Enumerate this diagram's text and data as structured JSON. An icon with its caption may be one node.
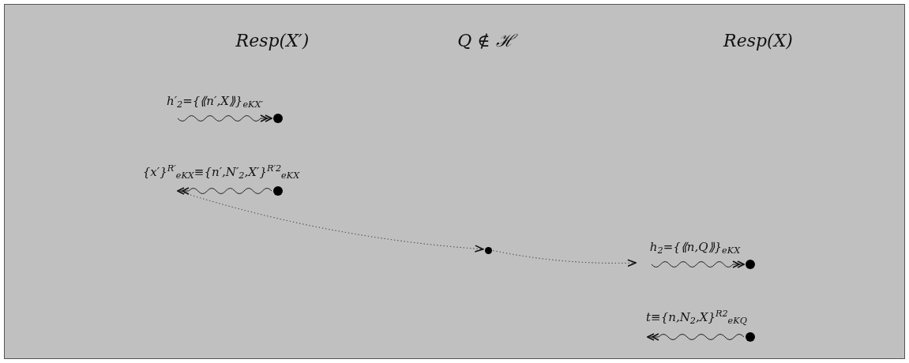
{
  "diagram": {
    "nodes": [
      {
        "text": [],
        "shape": "circle"
      },
      {
        "text": [],
        "shape": "circle"
      },
      {
        "text": [],
        "shape": "circle"
      },
      {
        "text": [],
        "shape": "circle"
      },
      {
        "text": [],
        "shape": "circle"
      }
    ],
    "edges": [
      {
        "from": null,
        "to": 0,
        "arrow": "to",
        "label": "h′$_{2}$={⟪n′,X⟫}$_{eK}$$_{X′}$"
      },
      {
        "from": 1,
        "to": null,
        "arrow": "to",
        "label": "{x′}$^{R′}$$_{eK}$$_{X}$≡{n′,N′$_{2}$,X′}$^{R′2}$$_{eK}$$_{X}$"
      },
      {
        "from": null,
        "to": 2,
        "arrow": "to",
        "style": "dashed"
      },
      {
        "from": 2,
        "to": null,
        "arrow": "to",
        "style": "dashed"
      },
      {
        "from": null,
        "to": 3,
        "arrow": "to",
        "label": "h$_{2}$={⟪n,Q⟫}$_{eK}$$_{X}$"
      },
      {
        "from": 4,
        "to": null,
        "arrow": "to",
        "label": "t≡{n,N$_{2}$,X}$^{R2}$$_{eK}$$_{Q}$"
      }
    ],
    "labels": [
      "Resp(X′)",
      "Q ∉ ℋ",
      "Resp(X)"
    ]
  }
}
